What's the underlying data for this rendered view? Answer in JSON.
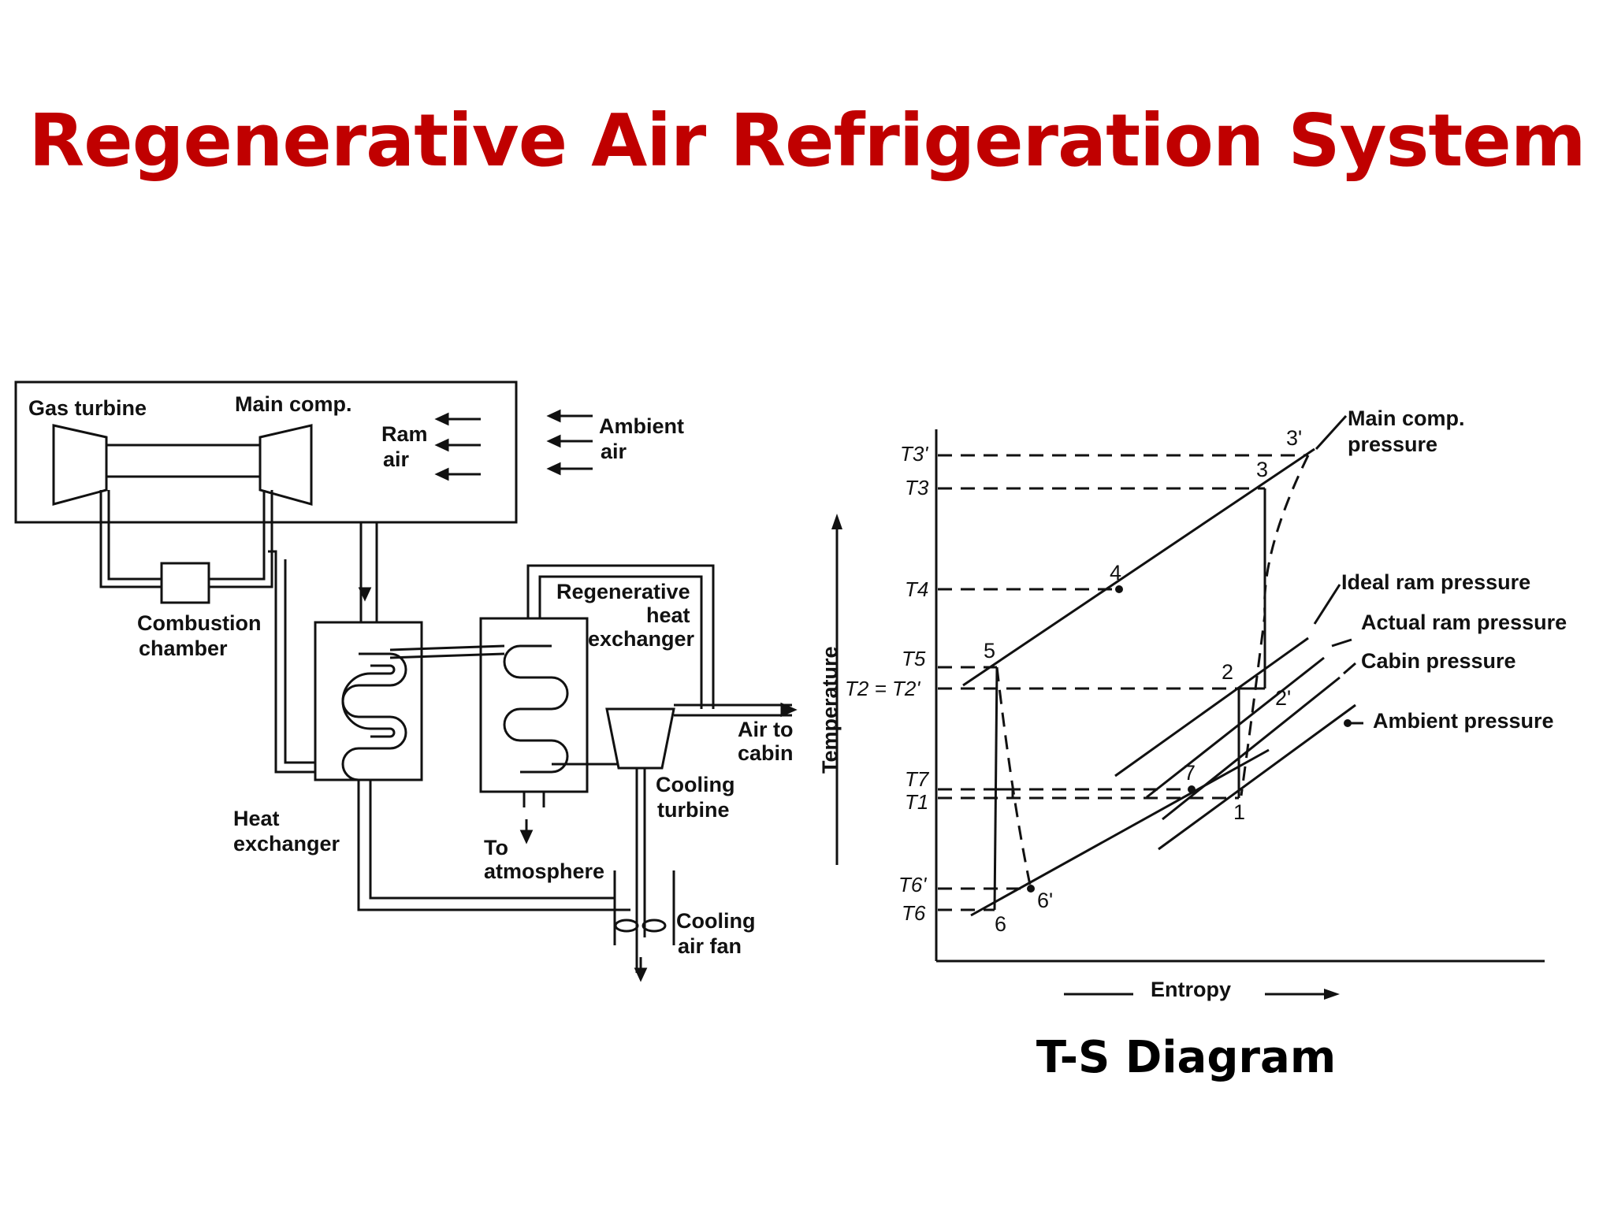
{
  "title": "Regenerative Air Refrigeration System",
  "caption": "T-S Diagram",
  "schematic": {
    "gas_turbine": "Gas turbine",
    "main_comp": "Main comp.",
    "ram_air": [
      "Ram",
      "air"
    ],
    "ambient_air": [
      "Ambient",
      "air"
    ],
    "combustion_chamber": [
      "Combustion",
      "chamber"
    ],
    "regen_hx": [
      "Regenerative",
      "heat",
      "exchanger"
    ],
    "air_to_cabin": [
      "Air to",
      "cabin"
    ],
    "cooling_turbine": [
      "Cooling",
      "turbine"
    ],
    "heat_exchanger": [
      "Heat",
      "exchanger"
    ],
    "to_atmosphere": [
      "To",
      "atmosphere"
    ],
    "cooling_fan": [
      "Cooling",
      "air fan"
    ]
  },
  "ts": {
    "xlabel": "Entropy",
    "ylabel": "Temperature",
    "t_labels": [
      "T3'",
      "T3",
      "T4",
      "T5",
      "T2 = T2'",
      "T7",
      "T1",
      "T6'",
      "T6"
    ],
    "points": [
      "3'",
      "3",
      "4",
      "5",
      "2",
      "2'",
      "7",
      "1",
      "6'",
      "6"
    ],
    "curves": [
      "Main comp.",
      "pressure",
      "Ideal ram pressure",
      "Actual ram pressure",
      "Cabin pressure",
      "Ambient pressure"
    ]
  }
}
